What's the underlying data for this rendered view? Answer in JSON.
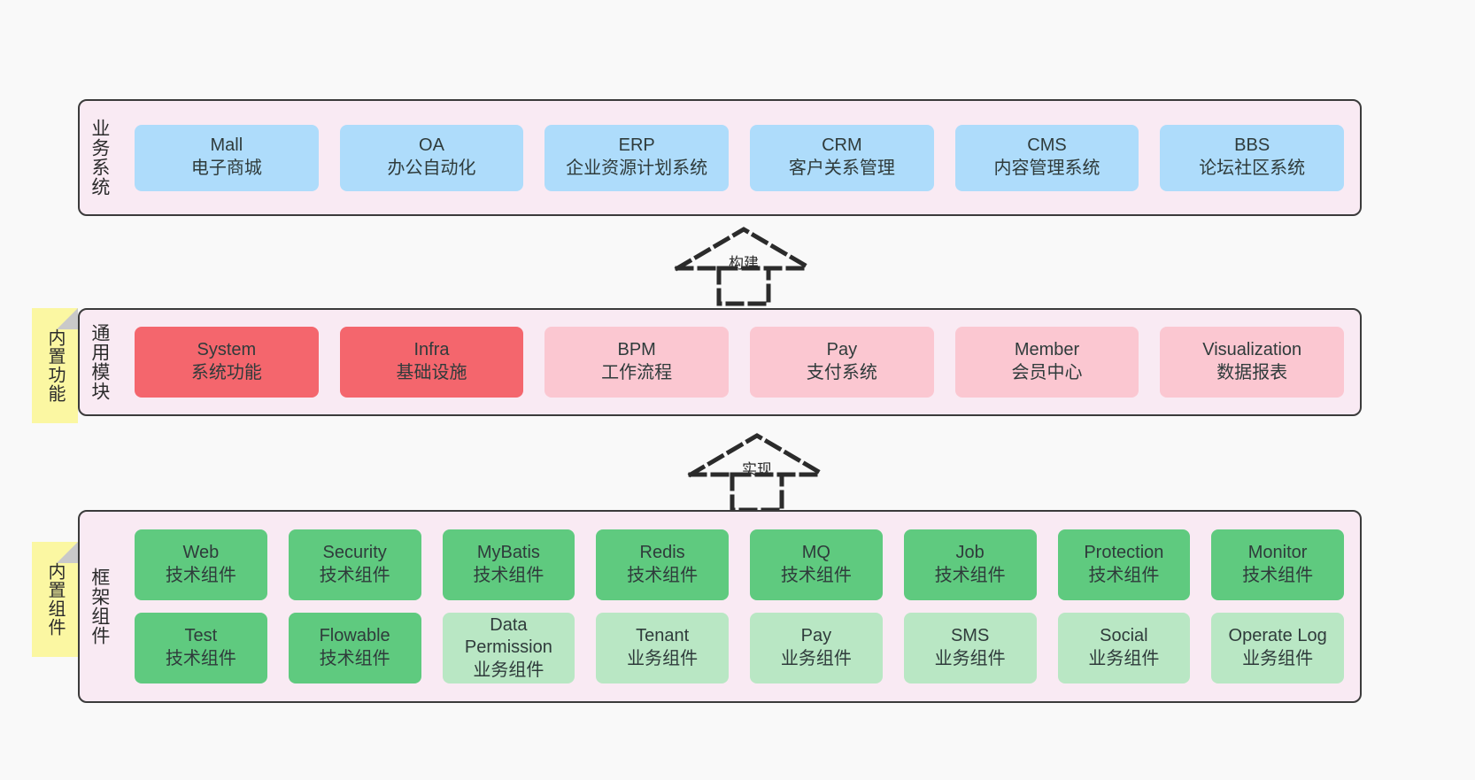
{
  "canvas": {
    "background": "#f9f9f9",
    "panel_fill": "#f9eaf3",
    "panel_border": "#3b3b3b",
    "sticky_fill": "#fbf7a2",
    "sticky_fold": "#c9c9c9",
    "colors": {
      "blue": "#aedcfb",
      "red": "#f4666d",
      "pink": "#fbc7d1",
      "green": "#5fca7f",
      "light_green": "#b9e7c4"
    }
  },
  "layers": {
    "business": {
      "label": "业务系统",
      "rows": [
        [
          {
            "name": "Mall",
            "desc": "电子商城",
            "style": "blue"
          },
          {
            "name": "OA",
            "desc": "办公自动化",
            "style": "blue"
          },
          {
            "name": "ERP",
            "desc": "企业资源计划系统",
            "style": "blue"
          },
          {
            "name": "CRM",
            "desc": "客户关系管理",
            "style": "blue"
          },
          {
            "name": "CMS",
            "desc": "内容管理系统",
            "style": "blue"
          },
          {
            "name": "BBS",
            "desc": "论坛社区系统",
            "style": "blue"
          }
        ]
      ]
    },
    "modules": {
      "label": "通用模块",
      "rows": [
        [
          {
            "name": "System",
            "desc": "系统功能",
            "style": "red"
          },
          {
            "name": "Infra",
            "desc": "基础设施",
            "style": "red"
          },
          {
            "name": "BPM",
            "desc": "工作流程",
            "style": "pink"
          },
          {
            "name": "Pay",
            "desc": "支付系统",
            "style": "pink"
          },
          {
            "name": "Member",
            "desc": "会员中心",
            "style": "pink"
          },
          {
            "name": "Visualization",
            "desc": "数据报表",
            "style": "pink"
          }
        ]
      ]
    },
    "framework": {
      "label": "框架组件",
      "rows": [
        [
          {
            "name": "Web",
            "desc": "技术组件",
            "style": "green"
          },
          {
            "name": "Security",
            "desc": "技术组件",
            "style": "green"
          },
          {
            "name": "MyBatis",
            "desc": "技术组件",
            "style": "green"
          },
          {
            "name": "Redis",
            "desc": "技术组件",
            "style": "green"
          },
          {
            "name": "MQ",
            "desc": "技术组件",
            "style": "green"
          },
          {
            "name": "Job",
            "desc": "技术组件",
            "style": "green"
          },
          {
            "name": "Protection",
            "desc": "技术组件",
            "style": "green"
          },
          {
            "name": "Monitor",
            "desc": "技术组件",
            "style": "green"
          }
        ],
        [
          {
            "name": "Test",
            "desc": "技术组件",
            "style": "green"
          },
          {
            "name": "Flowable",
            "desc": "技术组件",
            "style": "green"
          },
          {
            "name": "Data Permission",
            "desc": "业务组件",
            "style": "lightgreen"
          },
          {
            "name": "Tenant",
            "desc": "业务组件",
            "style": "lightgreen"
          },
          {
            "name": "Pay",
            "desc": "业务组件",
            "style": "lightgreen"
          },
          {
            "name": "SMS",
            "desc": "业务组件",
            "style": "lightgreen"
          },
          {
            "name": "Social",
            "desc": "业务组件",
            "style": "lightgreen"
          },
          {
            "name": "Operate Log",
            "desc": "业务组件",
            "style": "lightgreen"
          }
        ]
      ]
    }
  },
  "sticky_notes": [
    {
      "id": "functions",
      "text": "内置功能"
    },
    {
      "id": "components",
      "text": "内置组件"
    }
  ],
  "arrows": [
    {
      "id": "build",
      "label": "构建"
    },
    {
      "id": "implement",
      "label": "实现"
    }
  ]
}
